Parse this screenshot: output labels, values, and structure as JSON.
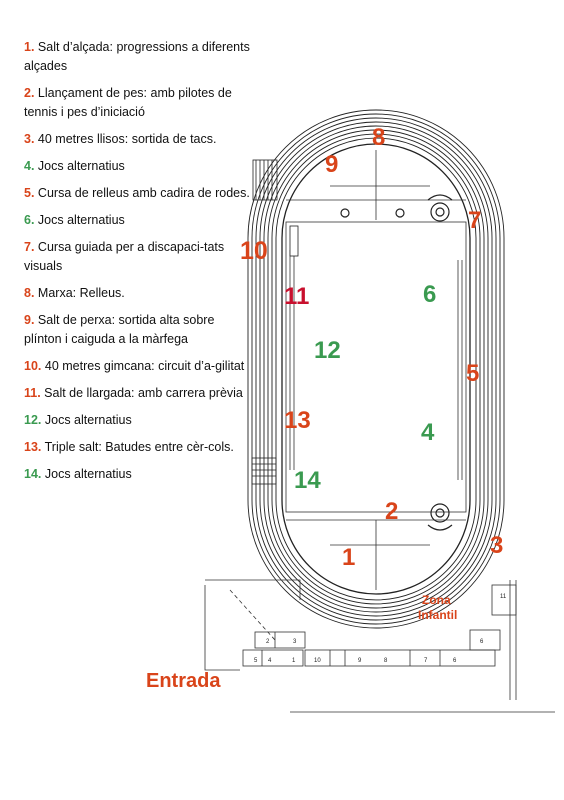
{
  "colors": {
    "red": "#d9441a",
    "darkred": "#c8102e",
    "green": "#3a9a50"
  },
  "legend": [
    {
      "num": "1.",
      "text": "Salt d’alçada: progressions a diferents alçades",
      "color": "red"
    },
    {
      "num": "2.",
      "text": "Llançament de pes: amb pilotes de tennis i pes d’iniciació",
      "color": "red"
    },
    {
      "num": "3.",
      "text": "40 metres llisos: sortida de tacs.",
      "color": "red"
    },
    {
      "num": "4.",
      "text": "Jocs alternatius",
      "color": "green"
    },
    {
      "num": "5.",
      "text": "Cursa de relleus amb cadira de rodes.",
      "color": "red"
    },
    {
      "num": "6.",
      "text": "Jocs alternatius",
      "color": "green"
    },
    {
      "num": "7.",
      "text": "Cursa guiada per a discapaci-tats visuals",
      "color": "red"
    },
    {
      "num": "8.",
      "text": "Marxa: Relleus.",
      "color": "red"
    },
    {
      "num": "9.",
      "text": "Salt de  perxa: sortida alta sobre plínton i caiguda a la màrfega",
      "color": "red"
    },
    {
      "num": "10.",
      "text": "40 metres gimcana: circuit d’a-gilitat",
      "color": "red"
    },
    {
      "num": "11.",
      "text": "Salt de llargada: amb carrera prèvia",
      "color": "red"
    },
    {
      "num": "12.",
      "text": "Jocs alternatius",
      "color": "green"
    },
    {
      "num": "13.",
      "text": "Triple salt: Batudes entre cèr-cols.",
      "color": "red"
    },
    {
      "num": "14.",
      "text": "Jocs alternatius",
      "color": "green"
    }
  ],
  "map_labels": [
    {
      "text": "8",
      "color": "red"
    },
    {
      "text": "9",
      "color": "red"
    },
    {
      "text": "7",
      "color": "red"
    },
    {
      "text": "10",
      "color": "red"
    },
    {
      "text": "11",
      "color": "darkred"
    },
    {
      "text": "6",
      "color": "green"
    },
    {
      "text": "12",
      "color": "green"
    },
    {
      "text": "5",
      "color": "red"
    },
    {
      "text": "13",
      "color": "red"
    },
    {
      "text": "4",
      "color": "green"
    },
    {
      "text": "14",
      "color": "green"
    },
    {
      "text": "2",
      "color": "red"
    },
    {
      "text": "3",
      "color": "red"
    },
    {
      "text": "1",
      "color": "red"
    }
  ],
  "zona_infantil": [
    "Zona",
    "Infantil"
  ],
  "entrada": "Entrada",
  "building_labels": [
    "2",
    "3",
    "4",
    "5",
    "1",
    "10",
    "9",
    "8",
    "7",
    "6",
    "6",
    "11"
  ]
}
